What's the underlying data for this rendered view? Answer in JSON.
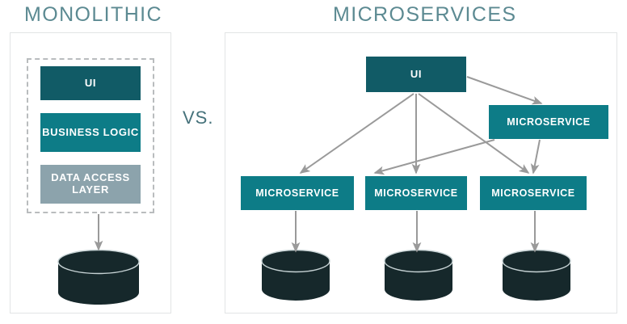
{
  "diagram": {
    "title_left": "MONOLITHIC",
    "title_right": "MICROSERVICES",
    "separator": "VS.",
    "colors": {
      "title": "#5C8A92",
      "box_dark_teal": "#115B66",
      "box_teal": "#0D7C87",
      "box_gray": "#8CA3AC",
      "database": "#16282B",
      "arrow": "#9a9a9a",
      "panel_border": "#E2E4E5",
      "dashed_border": "#B9BCBE"
    }
  },
  "monolithic": {
    "layers": [
      {
        "label": "UI",
        "style": "dark"
      },
      {
        "label": "BUSINESS LOGIC",
        "style": "teal"
      },
      {
        "label": "DATA ACCESS LAYER",
        "style": "gray"
      }
    ],
    "database_label": "database-cylinder"
  },
  "microservices": {
    "ui_label": "UI",
    "services": [
      {
        "label": "MICROSERVICE"
      },
      {
        "label": "MICROSERVICE"
      },
      {
        "label": "MICROSERVICE"
      },
      {
        "label": "MICROSERVICE"
      }
    ],
    "database_count": 3
  }
}
